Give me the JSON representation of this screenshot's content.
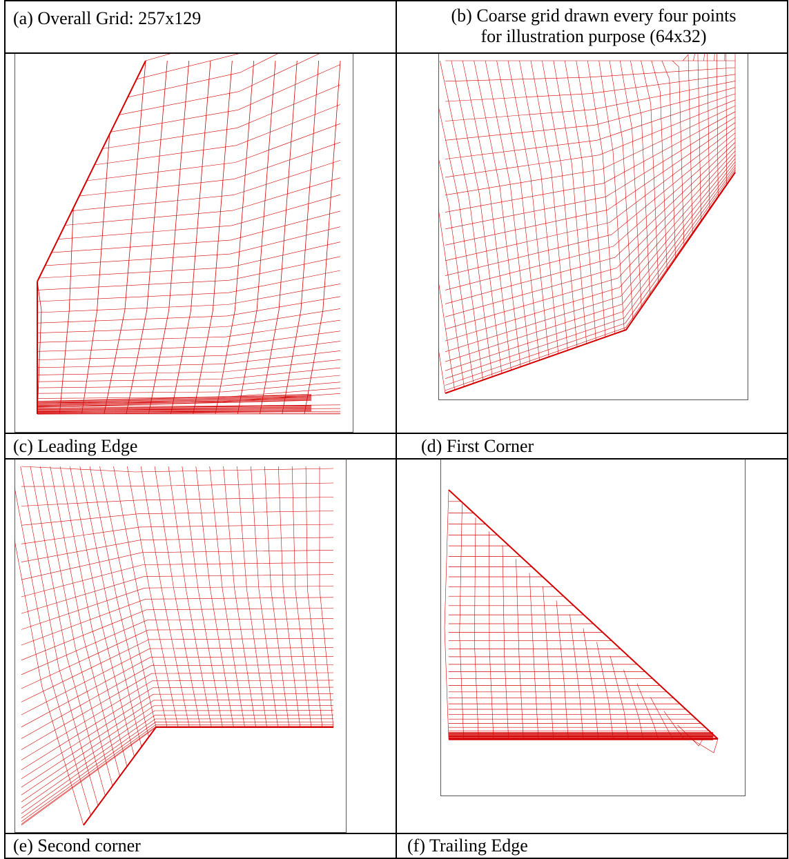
{
  "captions": {
    "a": "(a) Overall Grid: 257x129",
    "b_line1": "(b) Coarse grid drawn every four points",
    "b_line2": "for illustration purpose (64x32)",
    "c": "(c) Leading Edge",
    "d": "(d) First Corner",
    "e": "(e) Second corner",
    "f": "(f) Trailing Edge"
  },
  "colors": {
    "grid_line": "#d40000",
    "table_border": "#000000",
    "frame": "#555555"
  }
}
